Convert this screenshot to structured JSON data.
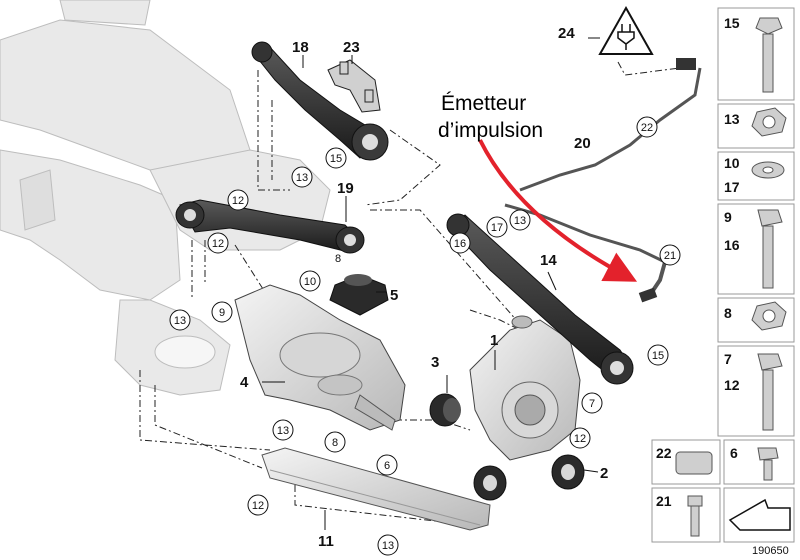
{
  "annotation": {
    "line1": "Émetteur",
    "line2": "d’impulsion"
  },
  "diagram_number": "190650",
  "labels": {
    "p1": "1",
    "p2": "2",
    "p3": "3",
    "p4": "4",
    "p5": "5",
    "p6": "6",
    "p11": "11",
    "p14": "14",
    "p18": "18",
    "p19": "19",
    "p20": "20",
    "p23": "23",
    "p24": "24"
  },
  "circled": {
    "c9": "9",
    "c10": "10",
    "c12a": "12",
    "c12b": "12",
    "c12c": "12",
    "c12d": "12",
    "c13a": "13",
    "c13b": "13",
    "c13c": "13",
    "c13d": "13",
    "c13e": "13",
    "c15a": "15",
    "c15b": "15",
    "c16": "16",
    "c17": "17",
    "c21": "21",
    "c22": "22",
    "c7": "7",
    "c8a": "8",
    "c8b": "8"
  },
  "side_panel": {
    "r15": "15",
    "r13": "13",
    "r10": "10",
    "r17": "17",
    "r9": "9",
    "r16": "16",
    "r8": "8",
    "r7": "7",
    "r12": "12",
    "r22": "22",
    "r6": "6",
    "r21": "21"
  },
  "colors": {
    "arrow": "#e3222c",
    "subframe": "#e9e9e9",
    "part": "#c9c9c9",
    "dark": "#222222"
  }
}
